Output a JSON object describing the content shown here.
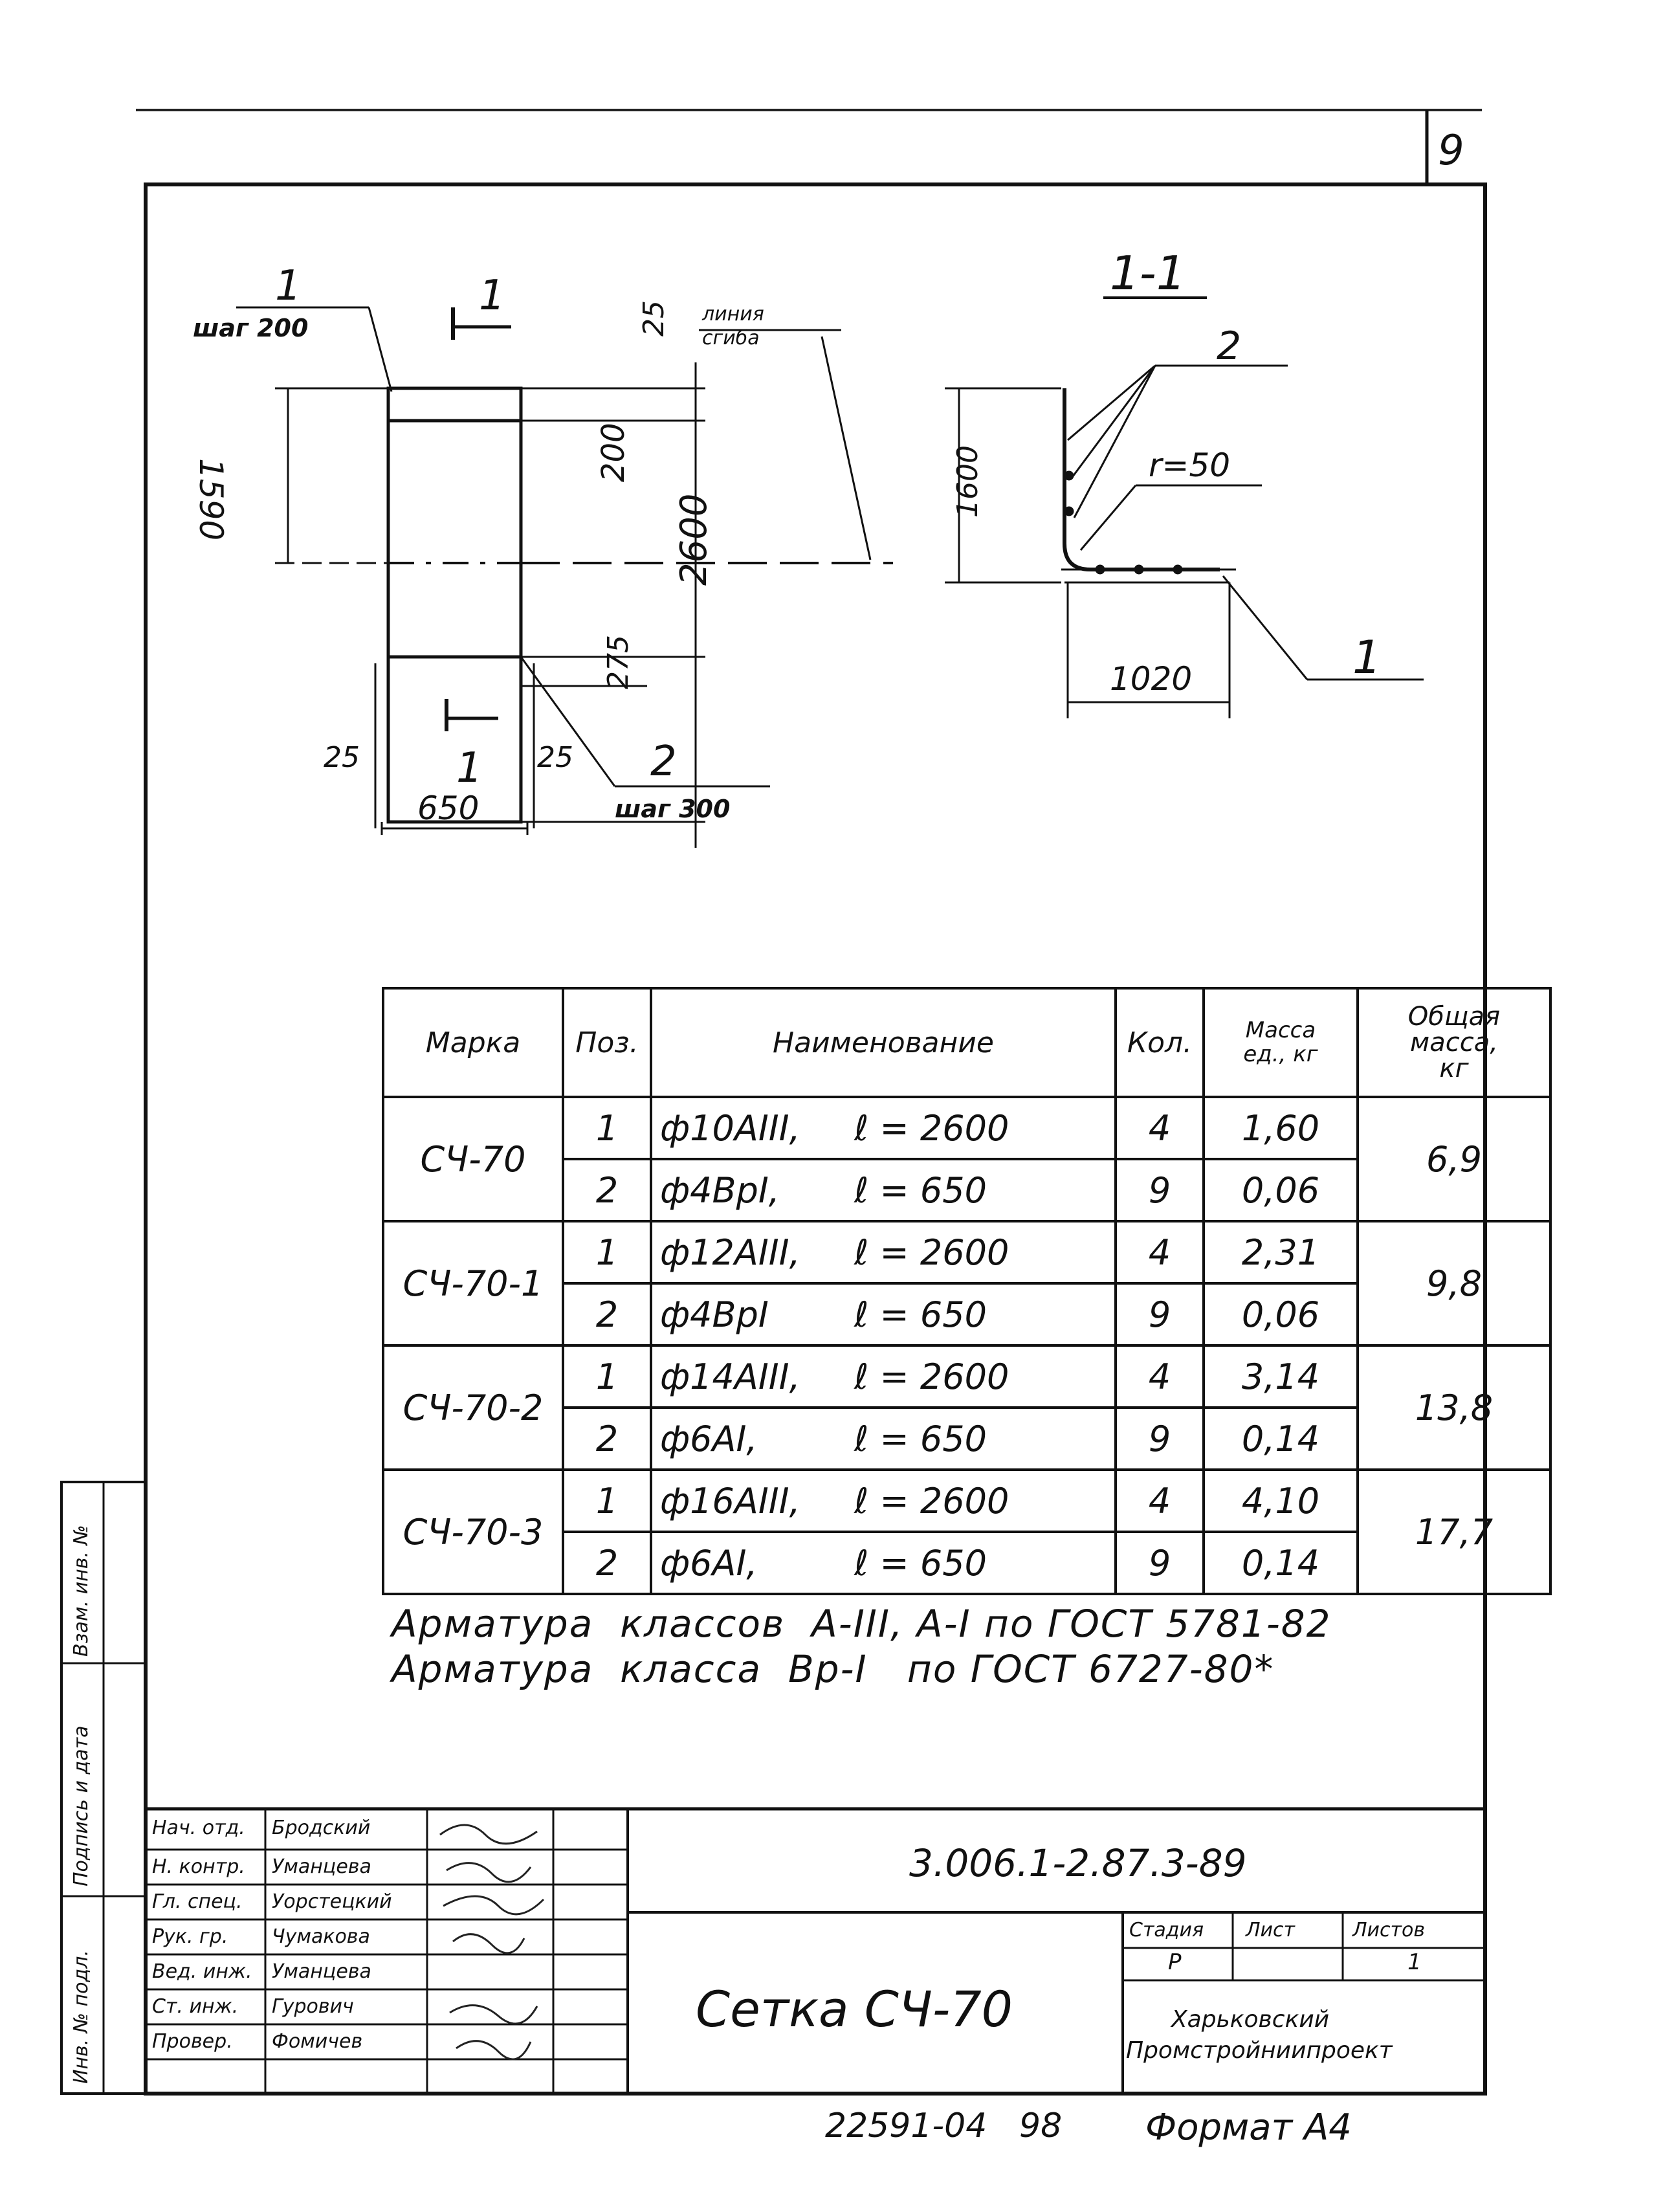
{
  "sheet": {
    "page_number": "9",
    "code": "3.006.1-2.87.3-89",
    "title": "Сетка СЧ-70",
    "footer_number": "22591-04",
    "footer_page": "98",
    "format": "Формат А4"
  },
  "drawing": {
    "left_view": {
      "pos1_label": "1",
      "pos1_step": "шаг 200",
      "section_mark": "1",
      "fold_line_label_1": "линия",
      "fold_line_label_2": "сгиба",
      "dim_1590": "1590",
      "dim_25_top": "25",
      "dim_200": "200",
      "dim_2600": "2600",
      "dim_275": "275",
      "dim_25_left": "25",
      "dim_25_right": "25",
      "dim_650": "650",
      "section_mark_bottom": "1",
      "pos2_label": "2",
      "pos2_step": "шаг 300"
    },
    "section_view": {
      "title": "1-1",
      "pos2_label": "2",
      "radius": "r=50",
      "dim_1600": "1600",
      "dim_1020": "1020",
      "pos1_label": "1"
    }
  },
  "spec_table": {
    "headers": {
      "mark": "Марка",
      "pos": "Поз.",
      "name": "Наименование",
      "qty": "Кол.",
      "unit_mass": [
        "Масса",
        "ед., кг"
      ],
      "total_mass": [
        "Общая",
        "масса,",
        "кг"
      ]
    },
    "groups": [
      {
        "mark": "СЧ-70",
        "total": "6,9",
        "rows": [
          {
            "pos": "1",
            "dia": "ф10АIII,",
            "len": "ℓ = 2600",
            "qty": "4",
            "mass": "1,60"
          },
          {
            "pos": "2",
            "dia": "ф4ВрI,",
            "len": "ℓ = 650",
            "qty": "9",
            "mass": "0,06"
          }
        ]
      },
      {
        "mark": "СЧ-70-1",
        "total": "9,8",
        "rows": [
          {
            "pos": "1",
            "dia": "ф12АIII,",
            "len": "ℓ = 2600",
            "qty": "4",
            "mass": "2,31"
          },
          {
            "pos": "2",
            "dia": "ф4ВрI",
            "len": "ℓ = 650",
            "qty": "9",
            "mass": "0,06"
          }
        ]
      },
      {
        "mark": "СЧ-70-2",
        "total": "13,8",
        "rows": [
          {
            "pos": "1",
            "dia": "ф14АIII,",
            "len": "ℓ = 2600",
            "qty": "4",
            "mass": "3,14"
          },
          {
            "pos": "2",
            "dia": "ф6АI,",
            "len": "ℓ = 650",
            "qty": "9",
            "mass": "0,14"
          }
        ]
      },
      {
        "mark": "СЧ-70-3",
        "total": "17,7",
        "rows": [
          {
            "pos": "1",
            "dia": "ф16АIII,",
            "len": "ℓ = 2600",
            "qty": "4",
            "mass": "4,10"
          },
          {
            "pos": "2",
            "dia": "ф6АI,",
            "len": "ℓ = 650",
            "qty": "9",
            "mass": "0,14"
          }
        ]
      }
    ]
  },
  "notes": [
    "Арматура  классов  А-III, А-I по ГОСТ 5781-82",
    "Арматура  класса  Вр-I   по ГОСТ 6727-80*"
  ],
  "side_stamp": [
    "Инв. № подл.",
    "Подпись и дата",
    "Взам. инв. №"
  ],
  "title_block": {
    "people": [
      {
        "role": "Нач. отд.",
        "name": "Бродский"
      },
      {
        "role": "Н. контр.",
        "name": "Уманцева"
      },
      {
        "role": "Гл. спец.",
        "name": "Уорстецкий"
      },
      {
        "role": "Рук. гр.",
        "name": "Чумакова"
      },
      {
        "role": "Вед. инж.",
        "name": "Уманцева"
      },
      {
        "role": "Ст. инж.",
        "name": "Гурович"
      },
      {
        "role": "Провер.",
        "name": "Фомичев"
      }
    ],
    "stage_header": "Стадия",
    "sheet_header": "Лист",
    "sheets_header": "Листов",
    "stage_value": "Р",
    "sheet_value": "",
    "sheets_value": "1",
    "org_line1": "Харьковский",
    "org_line2": "Промстройниипроект"
  }
}
